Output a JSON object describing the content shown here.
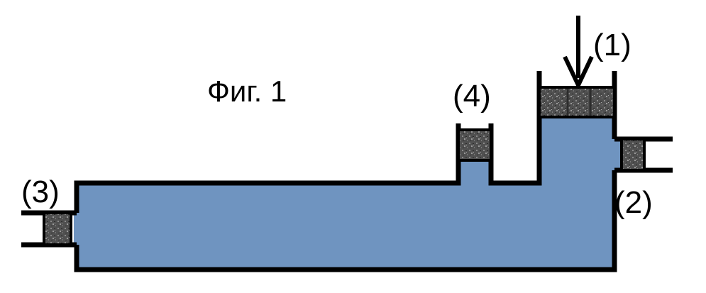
{
  "figure": {
    "caption": "Фиг. 1",
    "labels": {
      "piston_1": "(1)",
      "piston_2": "(2)",
      "piston_3": "(3)",
      "piston_4": "(4)"
    }
  },
  "colors": {
    "liquid": "#6f94c0",
    "outline": "#000000",
    "piston": "#4a4a4a",
    "background": "#ffffff"
  }
}
